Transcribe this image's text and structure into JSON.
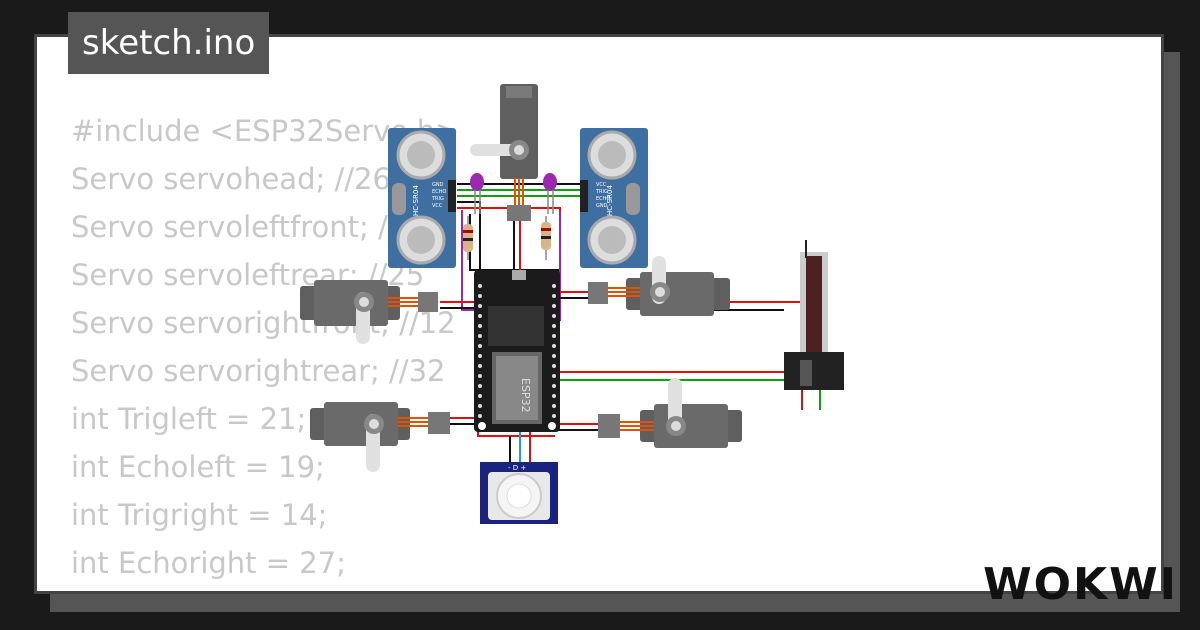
{
  "header": {
    "title": "sketch.ino"
  },
  "code_lines": [
    "#include <ESP32Servo.h>",
    "Servo servohead; //26",
    "Servo servoleftfront; //",
    "Servo servoleftrear; //25",
    "Servo servorightfront; //12",
    "Servo servorightrear; //32",
    "int Trigleft = 21;",
    "int Echoleft = 19;",
    "int Trigright = 14;",
    "int Echoright = 27;"
  ],
  "components": {
    "sensor_left_label": "HC-SR04",
    "sensor_left_pins": [
      "GND",
      "ECHO",
      "TRIG",
      "VCC"
    ],
    "sensor_right_label": "HC-SR04",
    "sensor_right_pins": [
      "VCC",
      "TRIG",
      "ECHO",
      "GND"
    ],
    "board_label": "ESP32",
    "pir_pins": "-  D  +"
  },
  "brand": {
    "logo": "WOKWI"
  },
  "colors": {
    "bg": "#1a1a1a",
    "tab": "#555555",
    "sensor": "#3e6fa0",
    "board": "#1b1b1b",
    "wire_red": "#e01010",
    "wire_green": "#10a010",
    "wire_purple": "#9c27b0"
  }
}
